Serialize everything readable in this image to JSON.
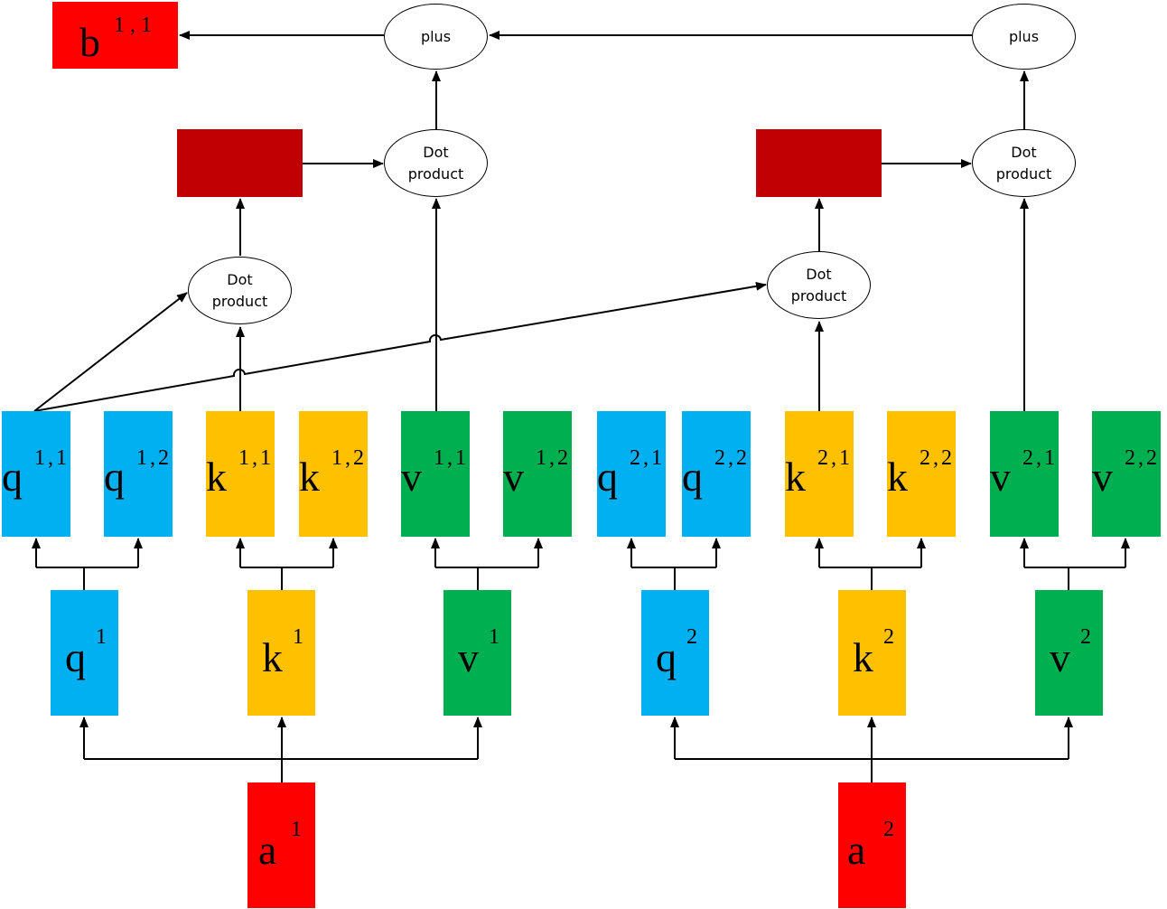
{
  "colors": {
    "query": "#00B0F0",
    "key": "#FFC000",
    "value": "#00B050",
    "input": "#FF0000",
    "score": "#C00000",
    "line": "#000000"
  },
  "output": {
    "symbol": "b",
    "sup": "1,1"
  },
  "inputs": [
    {
      "symbol": "a",
      "sup": "1"
    },
    {
      "symbol": "a",
      "sup": "2"
    }
  ],
  "projections": [
    {
      "symbol": "q",
      "sup": "1"
    },
    {
      "symbol": "k",
      "sup": "1"
    },
    {
      "symbol": "v",
      "sup": "1"
    },
    {
      "symbol": "q",
      "sup": "2"
    },
    {
      "symbol": "k",
      "sup": "2"
    },
    {
      "symbol": "v",
      "sup": "2"
    }
  ],
  "heads": [
    {
      "symbol": "q",
      "sup": "1,1"
    },
    {
      "symbol": "q",
      "sup": "1,2"
    },
    {
      "symbol": "k",
      "sup": "1,1"
    },
    {
      "symbol": "k",
      "sup": "1,2"
    },
    {
      "symbol": "v",
      "sup": "1,1"
    },
    {
      "symbol": "v",
      "sup": "1,2"
    },
    {
      "symbol": "q",
      "sup": "2,1"
    },
    {
      "symbol": "q",
      "sup": "2,2"
    },
    {
      "symbol": "k",
      "sup": "2,1"
    },
    {
      "symbol": "k",
      "sup": "2,2"
    },
    {
      "symbol": "v",
      "sup": "2,1"
    },
    {
      "symbol": "v",
      "sup": "2,2"
    }
  ],
  "ops": {
    "dot_1": "Dot",
    "dot_2": "product",
    "plus": "plus"
  }
}
